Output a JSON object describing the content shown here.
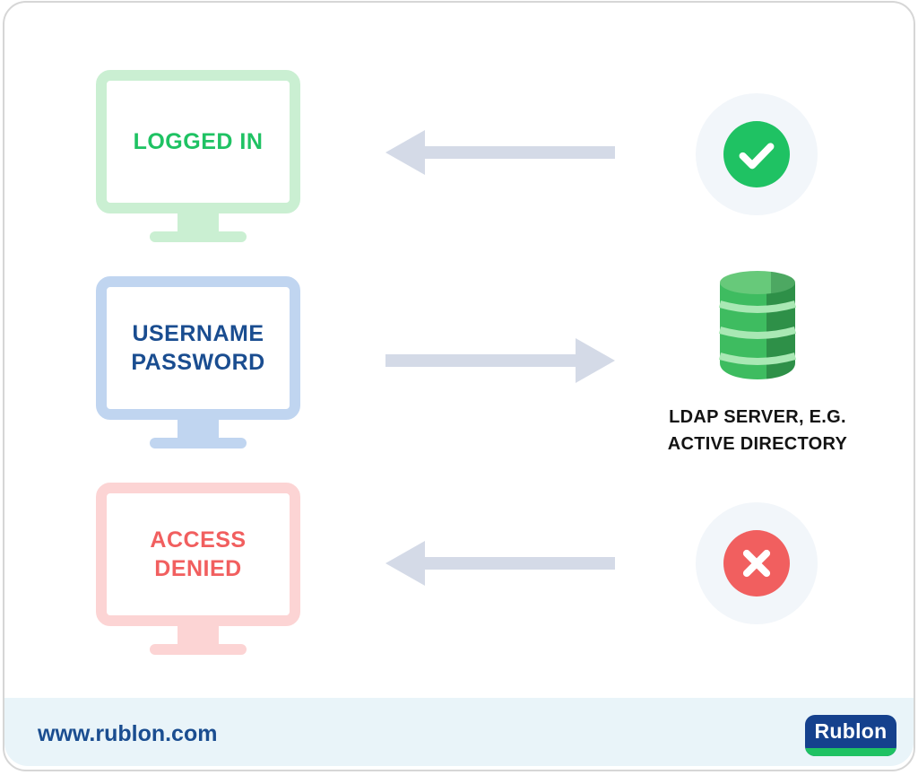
{
  "diagram": {
    "monitors": [
      {
        "state": "success",
        "lines": [
          "LOGGED IN"
        ]
      },
      {
        "state": "credentials",
        "lines": [
          "USERNAME",
          "PASSWORD"
        ]
      },
      {
        "state": "error",
        "lines": [
          "ACCESS",
          "DENIED"
        ]
      }
    ],
    "arrows": [
      {
        "name": "success-result-arrow",
        "direction": "left"
      },
      {
        "name": "credentials-submit-arrow",
        "direction": "right"
      },
      {
        "name": "failure-result-arrow",
        "direction": "left"
      }
    ],
    "server": {
      "icon": "database-icon",
      "label_lines": [
        "LDAP SERVER, E.G.",
        "ACTIVE DIRECTORY"
      ]
    },
    "status_icons": [
      {
        "name": "check-circle-icon"
      },
      {
        "name": "x-circle-icon"
      }
    ]
  },
  "footer": {
    "website": "www.rublon.com",
    "logo_text": "Rublon"
  },
  "colors": {
    "success_green": "#1fc263",
    "success_light": "#caefd2",
    "info_navy": "#1a4d90",
    "info_light": "#c0d5f0",
    "error_red": "#f15f5f",
    "error_light": "#fcd4d4",
    "arrow_gray": "#d4dae7",
    "halo": "#f2f6fa",
    "db_green": "#3ebc60",
    "db_green_dark": "#2e9048",
    "db_green_top": "#67c97a",
    "db_green_top_dark": "#4da862",
    "db_stripe": "#a9e8b4",
    "footer_bg": "#e9f4f9",
    "logo_navy": "#15418d",
    "label_dark": "#131313"
  }
}
